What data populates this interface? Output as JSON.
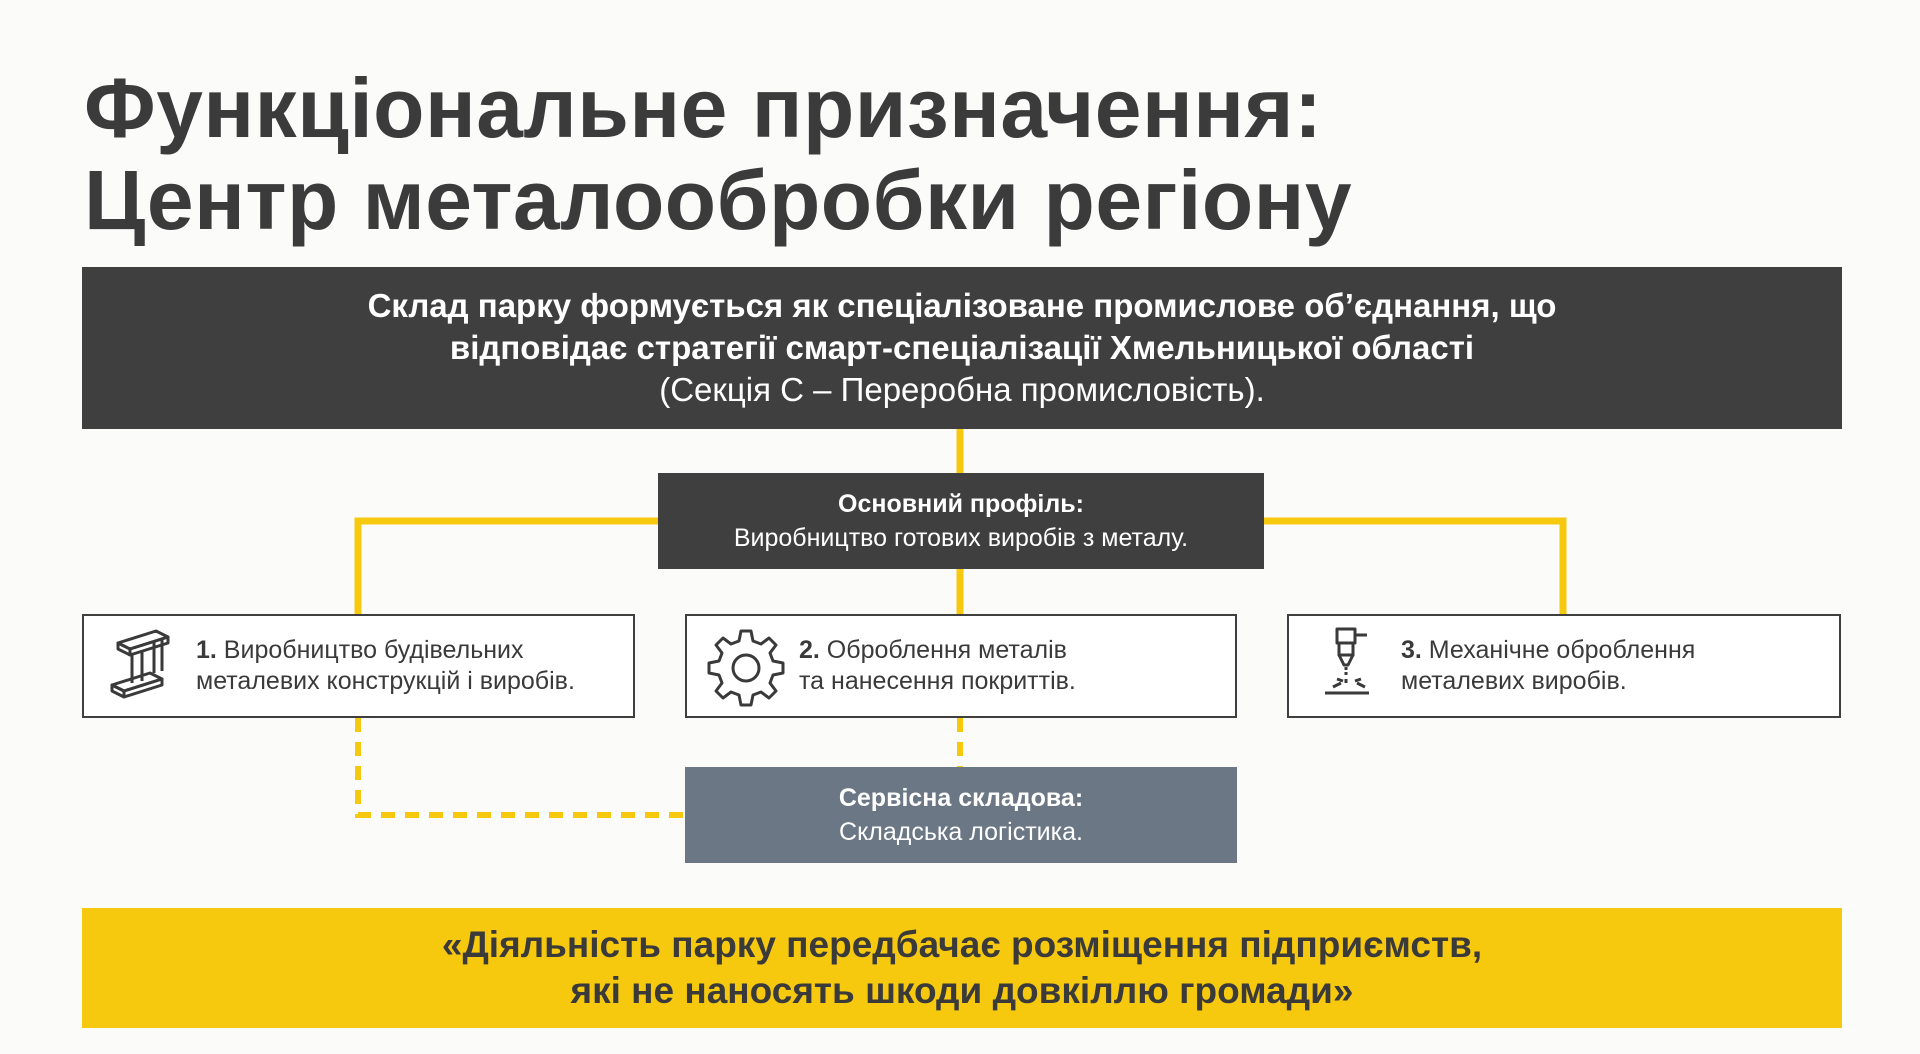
{
  "title": {
    "line1": "Функціональне призначення:",
    "line2": "Центр металообробки регіону"
  },
  "banner": {
    "line1": "Склад парку формується як спеціалізоване промислове об’єднання, що",
    "line2": "відповідає стратегії смарт-спеціалізації Хмельницької області",
    "line3": "(Секція С – Переробна промисловість)."
  },
  "profile": {
    "heading": "Основний профіль:",
    "text": "Виробництво готових виробів з металу."
  },
  "cards": [
    {
      "num": "1.",
      "line1": " Виробництво будівельних",
      "line2": "металевих конструкцій і виробів.",
      "icon": "steel-beam-icon"
    },
    {
      "num": "2.",
      "line1": " Оброблення металів",
      "line2": "та нанесення покриттів.",
      "icon": "gear-icon"
    },
    {
      "num": "3.",
      "line1": " Механічне оброблення",
      "line2": "металевих виробів.",
      "icon": "laser-cutter-icon"
    }
  ],
  "service": {
    "heading": "Сервісна складова:",
    "text": "Складська логістика."
  },
  "quote": {
    "line1": "«Діяльність парку передбачає розміщення підприємств,",
    "line2": "які не наносять шкоди довкіллю громади»"
  },
  "colors": {
    "dark": "#3f3f3f",
    "accent_yellow": "#f6c90e",
    "service_gray": "#6c7785"
  }
}
